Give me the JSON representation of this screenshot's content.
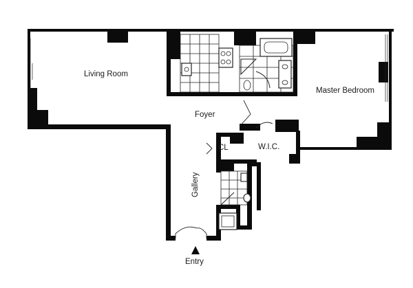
{
  "rooms": {
    "living_room": "Living Room",
    "master_bedroom": "Master Bedroom",
    "foyer": "Foyer",
    "closet": "CL",
    "walk_in_closet": "W.I.C.",
    "gallery": "Gallery",
    "entry": "Entry"
  },
  "colors": {
    "wall": "#0b0b0b",
    "background": "#ffffff",
    "fixture_line": "#222222"
  }
}
